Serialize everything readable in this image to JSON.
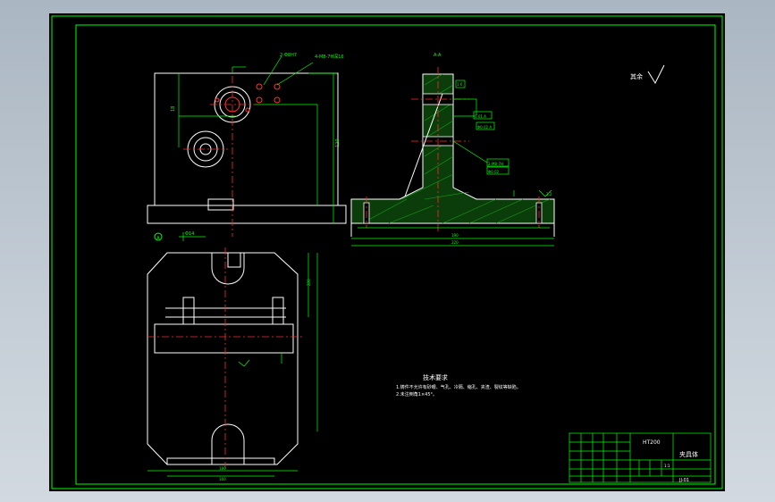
{
  "drawing": {
    "title": "夹具体",
    "scale_mark": "1:1",
    "material": "HT200",
    "drawing_no": "JJ-01",
    "roughness_note": "其余",
    "section_label": "A-A",
    "datum_label": "A",
    "callout_a": "0.02 A",
    "callout_b": "4-M8-7H深16",
    "callout_c": "2-Φ8H7",
    "callout_d": "Φ0.02",
    "callout_e": "0.01 A",
    "callout_f": "Φ0.02 A",
    "callout_g": "2-M8-7H",
    "callout_h": "1.6",
    "callout_i": "3.2",
    "tech_title": "技术要求",
    "tech_line_1": "1.铸件不允许有砂眼、气孔、冷隔、缩孔、夹渣、裂纹等缺陷。",
    "tech_line_2": "2.未注倒角1×45°。",
    "dim_top_width": "160",
    "dim_height": "120",
    "dim_base": "190",
    "dim_total": "220",
    "dim_plan_width": "180",
    "dim_plan_depth": "200",
    "dim_slot": "18",
    "dim_hole": "Φ14"
  },
  "colors": {
    "frame": "#00ff00",
    "line": "#ffffff",
    "dim": "#00ff00",
    "center": "#ff0000",
    "text": "#ffffff"
  }
}
